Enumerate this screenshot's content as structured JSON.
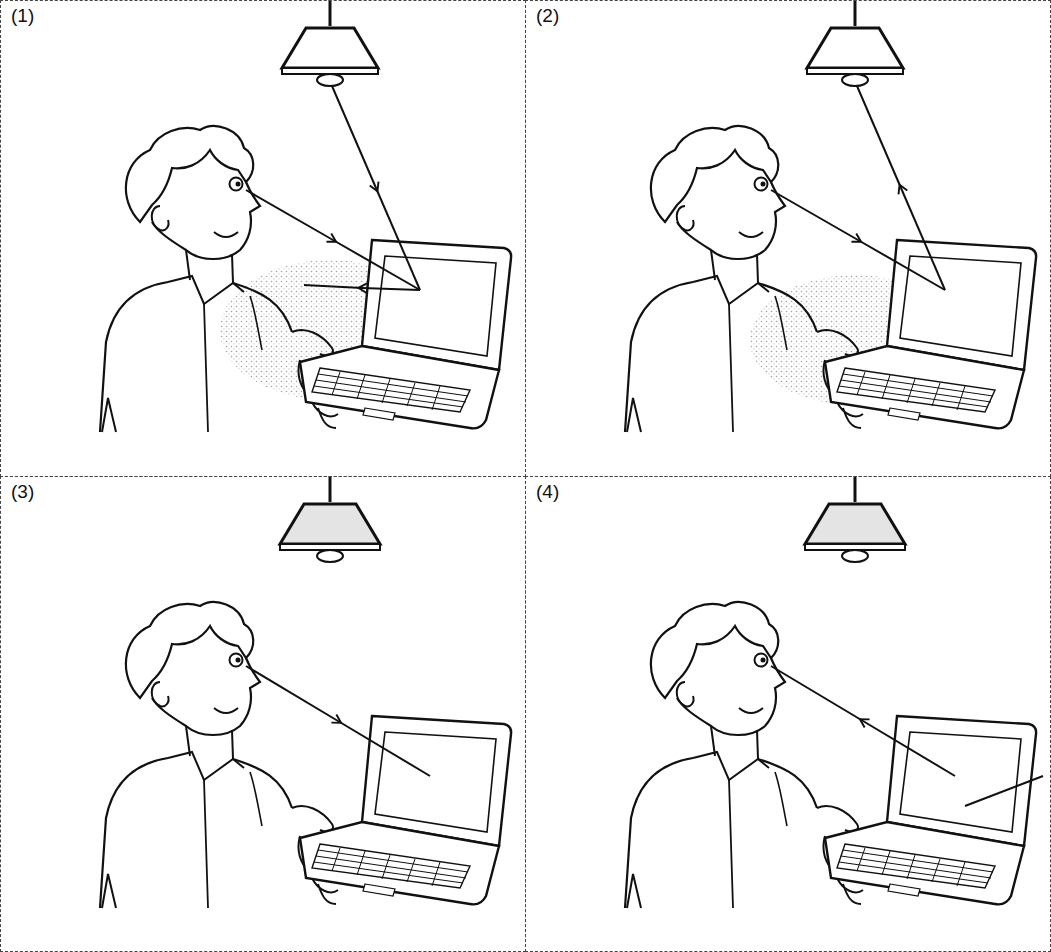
{
  "diagram": {
    "nodes": [
      {
        "text": [
          "(1)"
        ]
      },
      {
        "text": [
          "(2)"
        ]
      },
      {
        "text": [
          "(3)"
        ]
      },
      {
        "text": [
          "(4)"
        ]
      }
    ]
  }
}
